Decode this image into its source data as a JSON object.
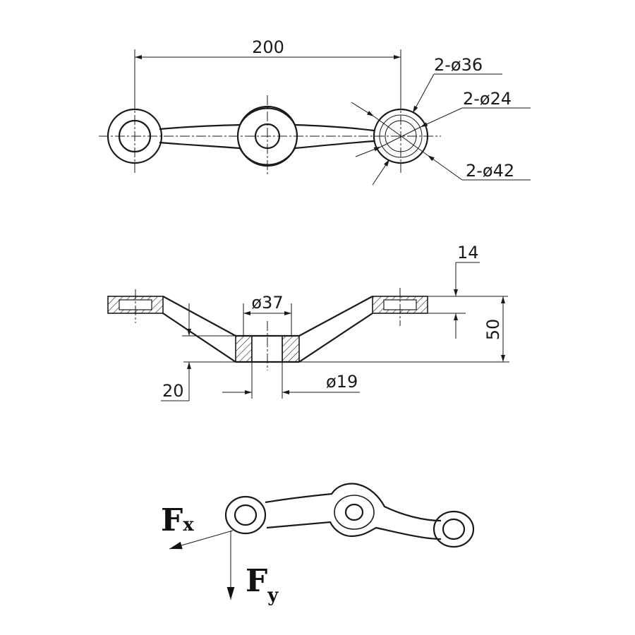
{
  "top_view": {
    "dim_length": "200",
    "callout_d36": "2-ø36",
    "callout_d24": "2-ø24",
    "callout_d42": "2-ø42"
  },
  "side_view": {
    "dim_thickness": "14",
    "dim_bore_outer": "ø37",
    "dim_height": "50",
    "dim_rise": "20",
    "dim_bore_inner": "ø19"
  },
  "perspective": {
    "force_x_base": "F",
    "force_x_sub": "x",
    "force_y_base": "F",
    "force_y_sub": "y"
  }
}
